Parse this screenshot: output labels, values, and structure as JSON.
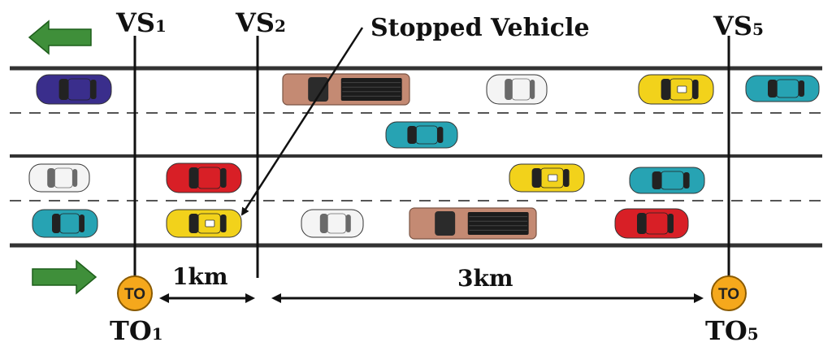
{
  "title": "Stopped Vehicle",
  "sensors": {
    "vs1": {
      "name": "VS",
      "sub": "1"
    },
    "vs2": {
      "name": "VS",
      "sub": "2"
    },
    "vs5": {
      "name": "VS",
      "sub": "5"
    }
  },
  "operators": {
    "to1": {
      "badge": "TO",
      "name": "TO",
      "sub": "1"
    },
    "to5": {
      "badge": "TO",
      "name": "TO",
      "sub": "5"
    }
  },
  "distances": {
    "d1": "1km",
    "d2": "3km"
  },
  "directions": {
    "top": "left",
    "bottom": "right"
  },
  "colors": {
    "road_line": "#333333",
    "lane_dash": "#555555",
    "arrow_green": "#3f8f3a",
    "badge_fill": "#f5a81c",
    "badge_stroke": "#8a5a00"
  },
  "vehicles": [
    {
      "kind": "car",
      "color": "#3a2e8c",
      "lane": 1
    },
    {
      "kind": "pickup",
      "color": "#c48a73",
      "lane": 1
    },
    {
      "kind": "car",
      "color": "#f4f4f4",
      "lane": 1
    },
    {
      "kind": "taxi",
      "color": "#f2d21b",
      "lane": 1
    },
    {
      "kind": "car",
      "color": "#27a3b3",
      "lane": 1
    },
    {
      "kind": "car",
      "color": "#27a3b3",
      "lane": 2
    },
    {
      "kind": "car",
      "color": "#f4f4f4",
      "lane": 3
    },
    {
      "kind": "car",
      "color": "#d81f26",
      "lane": 3
    },
    {
      "kind": "taxi",
      "color": "#f2d21b",
      "lane": 3
    },
    {
      "kind": "car",
      "color": "#27a3b3",
      "lane": 3
    },
    {
      "kind": "car",
      "color": "#27a3b3",
      "lane": 4
    },
    {
      "kind": "taxi",
      "color": "#f2d21b",
      "lane": 4
    },
    {
      "kind": "car",
      "color": "#f4f4f4",
      "lane": 4
    },
    {
      "kind": "pickup",
      "color": "#c48a73",
      "lane": 4
    },
    {
      "kind": "car",
      "color": "#d81f26",
      "lane": 4
    }
  ]
}
